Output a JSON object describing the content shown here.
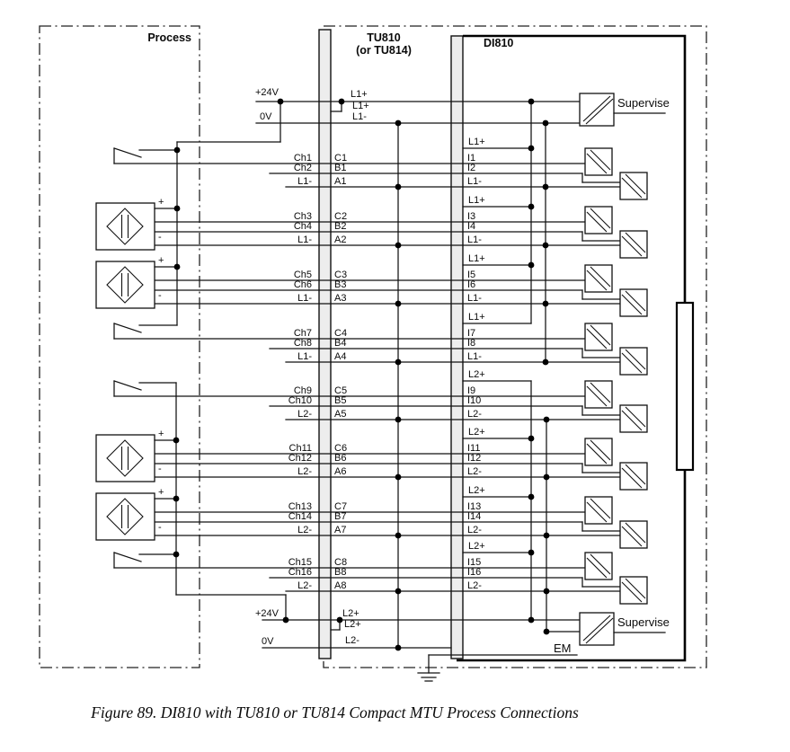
{
  "figure": {
    "caption": "Figure 89. DI810 with TU810 or TU814 Compact MTU Process Connections"
  },
  "regions": {
    "process": "Process",
    "tu_name": "TU810",
    "tu_alt": "(or TU814)",
    "di_name": "DI810"
  },
  "supply_top": {
    "p24": "+24V",
    "zero": "0V",
    "rail_main": "L1+",
    "rail_term": "L1+",
    "rail_minus": "L1-"
  },
  "supply_bottom": {
    "p24": "+24V",
    "zero": "0V",
    "rail_main": "L2+",
    "rail_term": "L2+",
    "rail_minus": "L2-"
  },
  "annotations": {
    "supervise_top": "Supervise",
    "supervise_bottom": "Supervise",
    "em": "EM"
  },
  "marks": {
    "plus": "+",
    "minus": "-"
  },
  "groups": [
    {
      "type": "switch",
      "ch_odd": "Ch1",
      "ch_even": "Ch2",
      "ch_ret": "L1-",
      "t_c": "C1",
      "t_b": "B1",
      "t_a": "A1",
      "di_plus": "L1+",
      "di_odd": "I1",
      "di_even": "I2",
      "di_minus": "L1-"
    },
    {
      "type": "sensor",
      "ch_odd": "Ch3",
      "ch_even": "Ch4",
      "ch_ret": "L1-",
      "t_c": "C2",
      "t_b": "B2",
      "t_a": "A2",
      "di_plus": "L1+",
      "di_odd": "I3",
      "di_even": "I4",
      "di_minus": "L1-"
    },
    {
      "type": "sensor",
      "ch_odd": "Ch5",
      "ch_even": "Ch6",
      "ch_ret": "L1-",
      "t_c": "C3",
      "t_b": "B3",
      "t_a": "A3",
      "di_plus": "L1+",
      "di_odd": "I5",
      "di_even": "I6",
      "di_minus": "L1-"
    },
    {
      "type": "switch",
      "ch_odd": "Ch7",
      "ch_even": "Ch8",
      "ch_ret": "L1-",
      "t_c": "C4",
      "t_b": "B4",
      "t_a": "A4",
      "di_plus": "L1+",
      "di_odd": "I7",
      "di_even": "I8",
      "di_minus": "L1-"
    },
    {
      "type": "switch",
      "ch_odd": "Ch9",
      "ch_even": "Ch10",
      "ch_ret": "L2-",
      "t_c": "C5",
      "t_b": "B5",
      "t_a": "A5",
      "di_plus": "L2+",
      "di_odd": "I9",
      "di_even": "I10",
      "di_minus": "L2-"
    },
    {
      "type": "sensor",
      "ch_odd": "Ch11",
      "ch_even": "Ch12",
      "ch_ret": "L2-",
      "t_c": "C6",
      "t_b": "B6",
      "t_a": "A6",
      "di_plus": "L2+",
      "di_odd": "I11",
      "di_even": "I12",
      "di_minus": "L2-"
    },
    {
      "type": "sensor",
      "ch_odd": "Ch13",
      "ch_even": "Ch14",
      "ch_ret": "L2-",
      "t_c": "C7",
      "t_b": "B7",
      "t_a": "A7",
      "di_plus": "L2+",
      "di_odd": "I13",
      "di_even": "I14",
      "di_minus": "L2-"
    },
    {
      "type": "switch",
      "ch_odd": "Ch15",
      "ch_even": "Ch16",
      "ch_ret": "L2-",
      "t_c": "C8",
      "t_b": "B8",
      "t_a": "A8",
      "di_plus": "L2+",
      "di_odd": "I15",
      "di_even": "I16",
      "di_minus": "L2-"
    }
  ]
}
